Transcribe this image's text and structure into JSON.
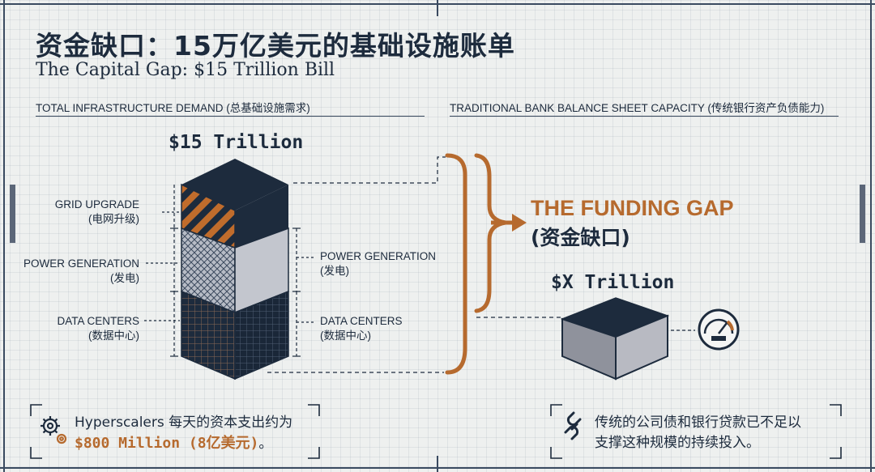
{
  "header": {
    "title": "资金缺口：15万亿美元的基础设施账单",
    "subtitle": "The Capital Gap: $15 Trillion Bill"
  },
  "left_section": {
    "heading": "TOTAL INFRASTRUCTURE DEMAND (总基础设施需求)",
    "total_label": "$15 Trillion",
    "segments_left": [
      {
        "label": "GRID UPGRADE",
        "label_cn": "(电网升级)"
      },
      {
        "label": "POWER GENERATION",
        "label_cn": "(发电)"
      },
      {
        "label": "DATA CENTERS",
        "label_cn": "(数据中心)"
      }
    ],
    "segments_right": [
      {
        "label": "POWER GENERATION",
        "label_cn": "(发电)"
      },
      {
        "label": "DATA CENTERS",
        "label_cn": "(数据中心)"
      }
    ]
  },
  "right_section": {
    "heading": "TRADITIONAL BANK BALANCE SHEET CAPACITY (传统银行资产负债能力)",
    "gap_title": "THE FUNDING GAP",
    "gap_subtitle": "(资金缺口)",
    "capacity_label": "$X Trillion",
    "capacity_icon": "gauge-icon"
  },
  "notes": {
    "left": {
      "icon": "gears-icon",
      "line1": "Hyperscalers 每天的资本支出约为",
      "highlight": "$800 Million",
      "highlight_suffix": " (8亿美元)",
      "line2_end": "。"
    },
    "right": {
      "icon": "chain-link-icon",
      "line1": "传统的公司债和银行贷款已不足以",
      "line2": "支撑这种规模的持续投入。"
    }
  },
  "colors": {
    "navy": "#1d2b3d",
    "orange": "#b66a2e",
    "grey": "#a7aab4",
    "background": "#eef0ef"
  }
}
